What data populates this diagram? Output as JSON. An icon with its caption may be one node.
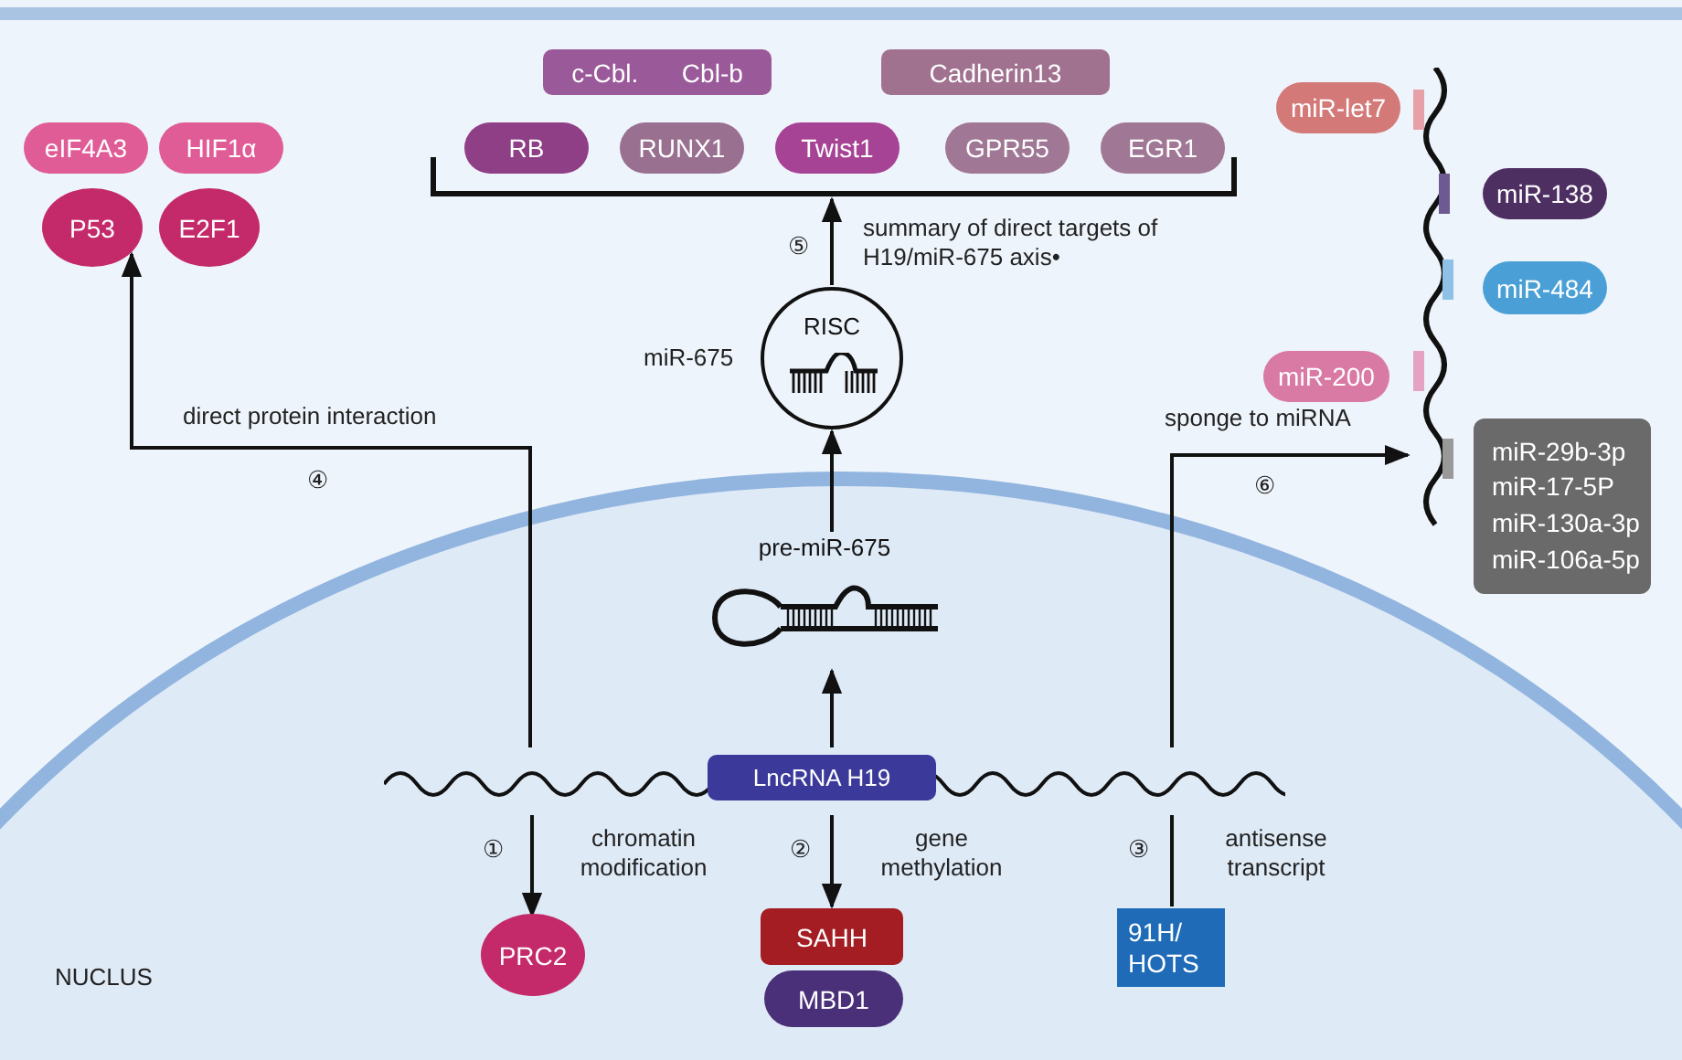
{
  "diagram": {
    "nodes": [
      {
        "text": [
          "eIF4A3"
        ]
      },
      {
        "text": [
          "HIF1α"
        ]
      },
      {
        "text": [
          "P53"
        ]
      },
      {
        "text": [
          "E2F1"
        ]
      },
      {
        "text": [
          "c-Cbl.  Cbl-b"
        ]
      },
      {
        "text": [
          "Cadherin13"
        ]
      },
      {
        "text": [
          "RB"
        ]
      },
      {
        "text": [
          "RUNX1"
        ]
      },
      {
        "text": [
          "Twist1"
        ]
      },
      {
        "text": [
          "GPR55"
        ]
      },
      {
        "text": [
          "EGR1"
        ]
      },
      {
        "text": [
          "RISC"
        ],
        "beside": [
          "miR-675"
        ]
      },
      {
        "text": [
          "pre-miR-675"
        ]
      },
      {
        "text": [
          "LncRNA H19"
        ]
      },
      {
        "text": [
          "PRC2"
        ]
      },
      {
        "text": [
          "SAHH"
        ]
      },
      {
        "text": [
          "MBD1"
        ]
      },
      {
        "text": [
          "91H/ HOTS"
        ]
      },
      {
        "text": [
          "miR-let7"
        ]
      },
      {
        "text": [
          "miR-138"
        ]
      },
      {
        "text": [
          "miR-484"
        ]
      },
      {
        "text": [
          "miR-200"
        ]
      },
      {
        "text": [
          "miR-29b-3p",
          "miR-17-5P",
          "miR-130a-3p",
          "miR-106a-5p"
        ]
      },
      {
        "text": [],
        "shape": "line"
      },
      {
        "text": [],
        "shape": "bracket"
      }
    ],
    "edges": [
      {
        "from": 13,
        "to": 14,
        "arrow": "to",
        "label": "chromatin modification"
      },
      {
        "from": 13,
        "to": 15,
        "arrow": "to",
        "label": "gene methylation"
      },
      {
        "from": 13,
        "to": 17,
        "arrow": "none",
        "label": "antisense transcript"
      },
      {
        "from": 13,
        "to": 2,
        "arrow": "to",
        "label": "direct protein interaction"
      },
      {
        "from": 13,
        "to": 12,
        "arrow": "to"
      },
      {
        "from": 12,
        "to": 11,
        "arrow": "to"
      },
      {
        "from": 11,
        "to": 24,
        "arrow": "to",
        "label": "summary of direct targets of H19/miR-675 axis•"
      },
      {
        "from": 13,
        "to": 23,
        "arrow": "to",
        "label": "sponge to miRNA"
      }
    ],
    "labels": [
      "①",
      "②",
      "③",
      "④",
      "⑤",
      "⑥",
      "NUCLUS"
    ]
  }
}
